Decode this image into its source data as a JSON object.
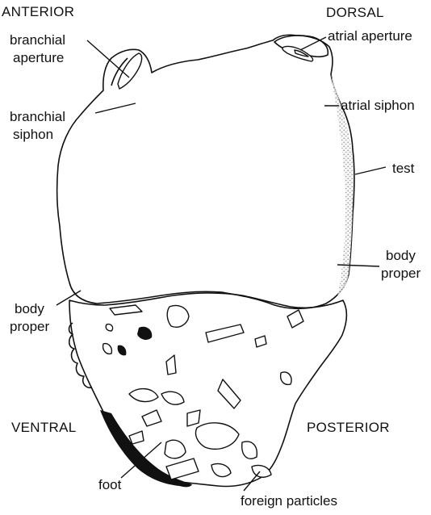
{
  "orientation": {
    "anterior": "ANTERIOR",
    "dorsal": "DORSAL",
    "ventral": "VENTRAL",
    "posterior": "POSTERIOR"
  },
  "labels": {
    "branchial_aperture": [
      "branchial",
      "aperture"
    ],
    "atrial_aperture": "atrial aperture",
    "branchial_siphon": [
      "branchial",
      "siphon"
    ],
    "atrial_siphon": "atrial siphon",
    "test": "test",
    "body_proper_right": [
      "body",
      "proper"
    ],
    "body_proper_left": [
      "body",
      "proper"
    ],
    "foot": "foot",
    "foreign_particles": "foreign particles"
  },
  "colors": {
    "ink": "#111111",
    "background": "#ffffff"
  }
}
